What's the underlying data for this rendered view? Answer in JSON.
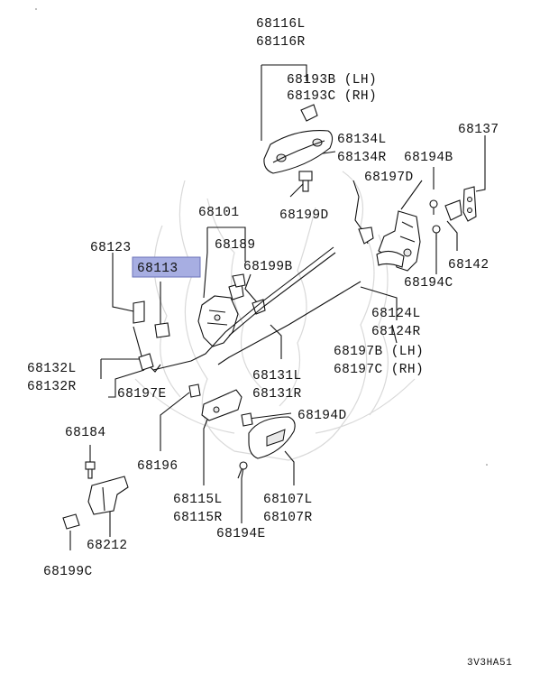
{
  "labels": {
    "p68116": [
      "68116L",
      "68116R"
    ],
    "p68193": [
      "68193B (LH)",
      "68193C (RH)"
    ],
    "p68134": [
      "68134L",
      "68134R"
    ],
    "p68137": "68137",
    "p68194B": "68194B",
    "p68197D": "68197D",
    "p68199D": "68199D",
    "p68101": "68101",
    "p68189": "68189",
    "p68123": "68123",
    "p68113": "68113",
    "p68199B": "68199B",
    "p68142": "68142",
    "p68194C": "68194C",
    "p68124": [
      "68124L",
      "68124R"
    ],
    "p68197BC": [
      "68197B (LH)",
      "68197C (RH)"
    ],
    "p68132": [
      "68132L",
      "68132R"
    ],
    "p68197E": "68197E",
    "p68131": [
      "68131L",
      "68131R"
    ],
    "p68194D": "68194D",
    "p68196": "68196",
    "p68184": "68184",
    "p68115": [
      "68115L",
      "68115R"
    ],
    "p68107": [
      "68107L",
      "68107R"
    ],
    "p68194E": "68194E",
    "p68212": "68212",
    "p68199C": "68199C"
  },
  "highlight": {
    "label": "68113",
    "color": "#a7aee2"
  },
  "diagram_code": "3V3HA51"
}
